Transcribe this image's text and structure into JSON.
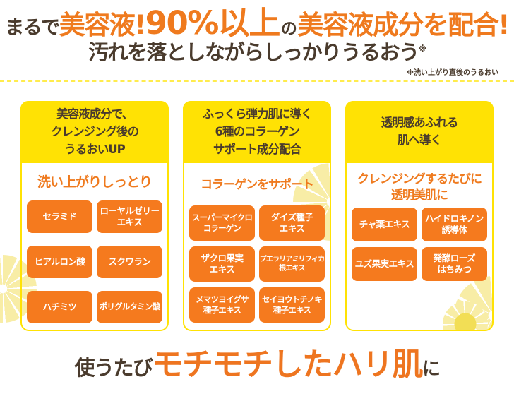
{
  "hero": {
    "title": {
      "p1": "まるで",
      "p2": "美容液!",
      "p3": "90%以上",
      "p4": "の",
      "p5": "美容液成分を配合!"
    },
    "subtitle": "汚れを落としながらしっかりうるおう",
    "subtitle_mark": "※",
    "note": "※洗い上がり直後のうるおい"
  },
  "cards": [
    {
      "header": "美容液成分で、\nクレンジング後の\nうるおいUP",
      "subheader": "洗い上がりしっとり",
      "tags": [
        "セラミド",
        "ローヤルゼリー\nエキス",
        "ヒアルロン酸",
        "スクワラン",
        "ハチミツ",
        "ポリグルタミン酸"
      ]
    },
    {
      "header": "ふっくら弾力肌に導く\n6種のコラーゲン\nサポート成分配合",
      "subheader": "コラーゲンをサポート",
      "tags": [
        "スーパーマイクロ\nコラーゲン",
        "ダイズ種子\nエキス",
        "ザクロ果実\nエキス",
        "プエラリアミリフィカ\n根エキス",
        "メマツヨイグサ\n種子エキス",
        "セイヨウトチノキ\n種子エキス"
      ]
    },
    {
      "header": "透明感あふれる\n肌へ導く",
      "subheader": "クレンジングするたびに\n透明美肌に",
      "tags": [
        "チャ葉エキス",
        "ハイドロキノン\n誘導体",
        "ユズ果実エキス",
        "発酵ローズ\nはちみつ"
      ]
    }
  ],
  "tagline": {
    "p1": "使うたび",
    "p2": "モチモチしたハリ肌",
    "p3": "に"
  },
  "colors": {
    "yellow": "#FFE204",
    "separator_yellow": "#FFEC4D",
    "orange_text": "#EF7A1E",
    "orange_tag": "#F57A1E",
    "dark_text": "#4A3B2D",
    "citrus_pale": "#F8EDA6",
    "citrus_core": "#F2DE55"
  }
}
